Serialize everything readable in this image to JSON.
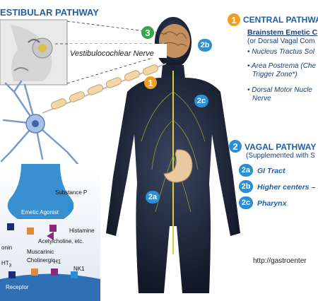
{
  "vestibular": {
    "title": "ESTIBULAR PATHWAY",
    "nerve_label": "Vestibulocochlear Nerve"
  },
  "central": {
    "number": "1",
    "title": "CENTRAL PATHWAY",
    "subtitle": "Brainstem Emetic C",
    "subtitle2": "(or Dorsal Vagal Com",
    "bullets": [
      [
        "• Nucleus Tractus Sol"
      ],
      [
        "• Area Postrema (Che",
        "Trigger Zone*)"
      ],
      [
        "• Dorsal Motor Nucle",
        "Nerve"
      ]
    ]
  },
  "vagal": {
    "number": "2",
    "title": "VAGAL PATHWAY",
    "subtitle": "(Supplemented with S",
    "items": [
      {
        "badge": "2a",
        "label": "GI Tract"
      },
      {
        "badge": "2b",
        "label": "Higher centers – s"
      },
      {
        "badge": "2c",
        "label": "Pharynx"
      }
    ]
  },
  "body_badges": {
    "b3": "3",
    "b2b": "2b",
    "b1": "1",
    "b2c": "2c",
    "b2a": "2a"
  },
  "receptor": {
    "substance_p": "Substance P",
    "emetic_agonist": "Emetic Agonist",
    "histamine": "Histamine",
    "acetylcholine": "Acetylcholine, etc.",
    "onin": "onin",
    "muscarinic": "Muscarinic",
    "cholinergic": "Cholinergic",
    "h1": "H1",
    "nk1": "NK1",
    "ht3": "HT",
    "ht3_sub": "3",
    "receptor": "Receptor"
  },
  "url": "http://gastroenter",
  "colors": {
    "blue": "#1f5fa8",
    "orange": "#f0a020",
    "green": "#33a845",
    "badge_blue": "#2a8fd4",
    "body": "#1d2433"
  }
}
